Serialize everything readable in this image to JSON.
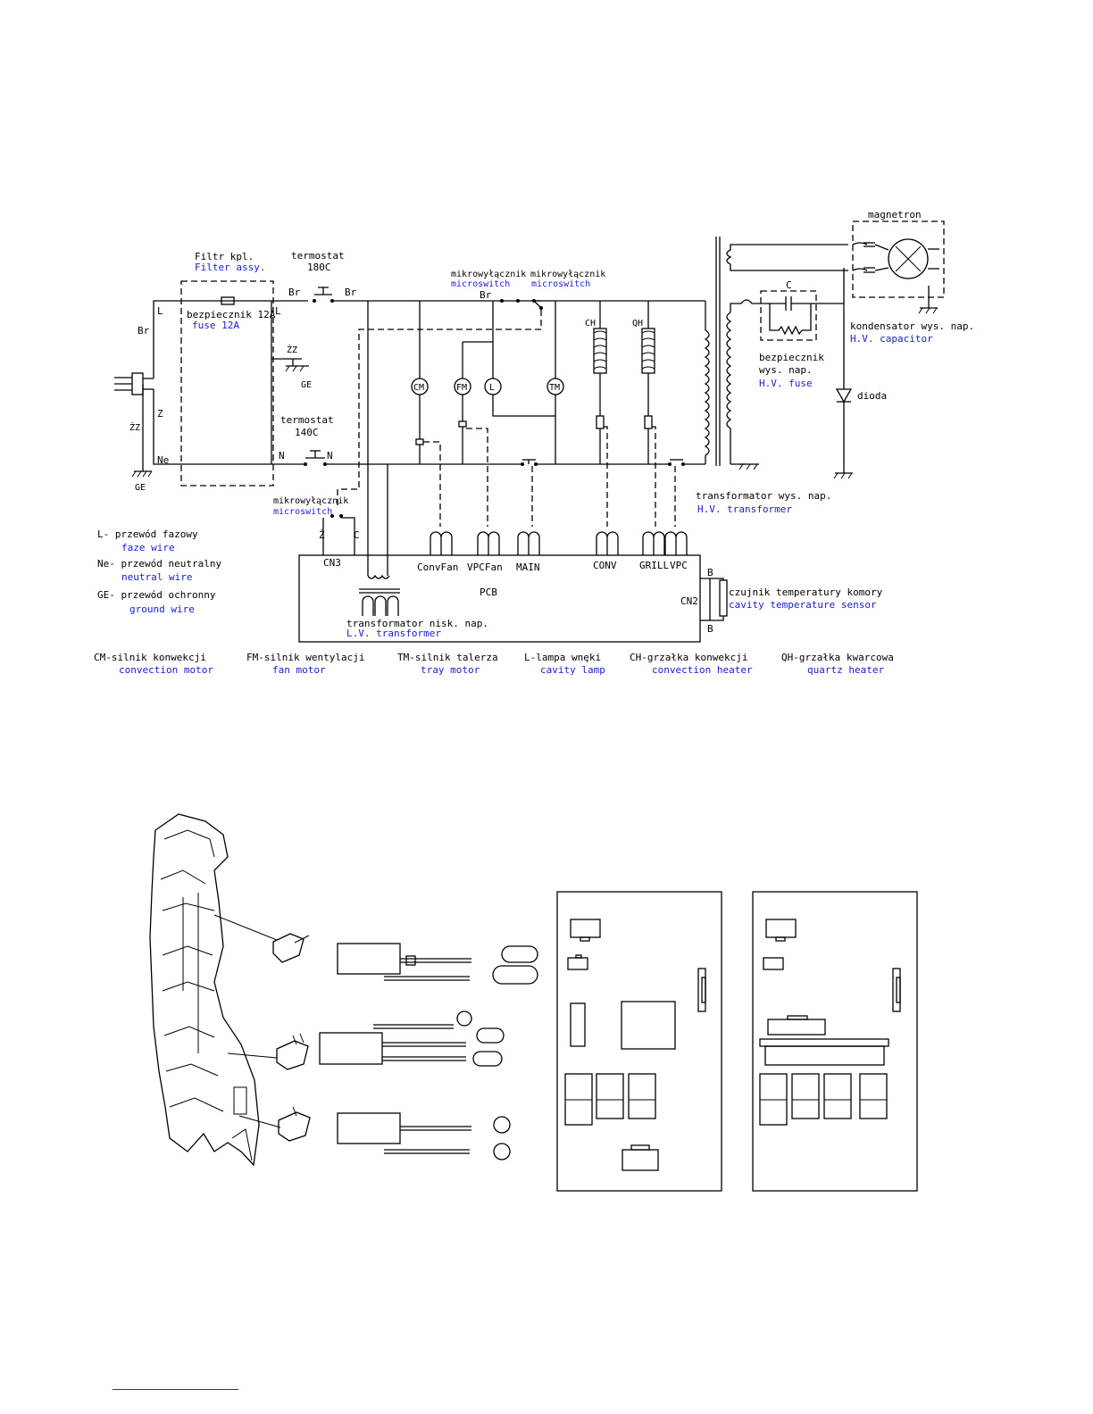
{
  "schematic": {
    "filter": {
      "pl": "Filtr kpl.",
      "en": "Filter assy."
    },
    "fuse": {
      "pl": "bezpiecznik 12A",
      "en": "fuse 12A"
    },
    "thermostat_top": {
      "line1": "termostat",
      "line2": "180C"
    },
    "thermostat_bottom": {
      "line1": "termostat",
      "line2": "140C"
    },
    "microswitch1": {
      "pl": "mikrowyłącznik",
      "en": "microswitch"
    },
    "microswitch2": {
      "pl": "mikrowyłącznik",
      "en": "microswitch"
    },
    "microswitch3": {
      "pl": "mikrowyłącznik",
      "en": "microswitch"
    },
    "magnetron": "magnetron",
    "capacitor": {
      "pl": "kondensator wys. nap.",
      "en": "H.V. capacitor"
    },
    "capacitor_c": "C",
    "hv_fuse": {
      "pl1": "bezpiecznik",
      "pl2": "wys. nap.",
      "en": "H.V. fuse"
    },
    "diode": "dioda",
    "hv_transformer": {
      "pl": "transformator wys. nap.",
      "en": "H.V. transformer"
    },
    "lv_transformer": {
      "pl": "transformator nisk. nap.",
      "en": "L.V. transformer"
    },
    "sensor": {
      "pl": "czujnik temperatury komory",
      "en": "cavity temperature sensor"
    },
    "wire_labels": {
      "br1": "Br",
      "br2": "Br",
      "br3": "Br",
      "br4": "Br",
      "l1": "L",
      "l2": "L",
      "z": "Z",
      "zz1": "ŻZ",
      "zz2": "ŻZ",
      "ne": "Ne",
      "n1": "N",
      "n2": "N",
      "ge1": "GE",
      "ge2": "GE",
      "ch": "CH",
      "qh": "QH",
      "z_cn3": "Ż",
      "c_cn3": "C",
      "b1": "B",
      "b2": "B"
    },
    "motors": {
      "cm": "CM",
      "fm": "FM",
      "l": "L",
      "tm": "TM"
    },
    "pcb": {
      "label": "PCB",
      "cn3": "CN3",
      "cn2": "CN2",
      "conv_fan": "ConvFan",
      "vpc_fan": "VPCFan",
      "main": "MAIN",
      "conv": "CONV",
      "grill": "GRILL",
      "vpc": "VPC"
    }
  },
  "legend": {
    "wires": [
      {
        "pl": "L- przewód fazowy",
        "en": "faze wire"
      },
      {
        "pl": "Ne- przewód neutralny",
        "en": "neutral wire"
      },
      {
        "pl": "GE- przewód ochronny",
        "en": "ground wire"
      }
    ],
    "components": [
      {
        "pl": "CM-silnik konwekcji",
        "en": "convection motor"
      },
      {
        "pl": "FM-silnik wentylacji",
        "en": "fan motor"
      },
      {
        "pl": "TM-silnik talerza",
        "en": "tray motor"
      },
      {
        "pl": "L-lampa wnęki",
        "en": "cavity lamp"
      },
      {
        "pl": "CH-grzałka konwekcji",
        "en": "convection heater"
      },
      {
        "pl": "QH-grzałka kwarcowa",
        "en": "quartz heater"
      }
    ]
  }
}
